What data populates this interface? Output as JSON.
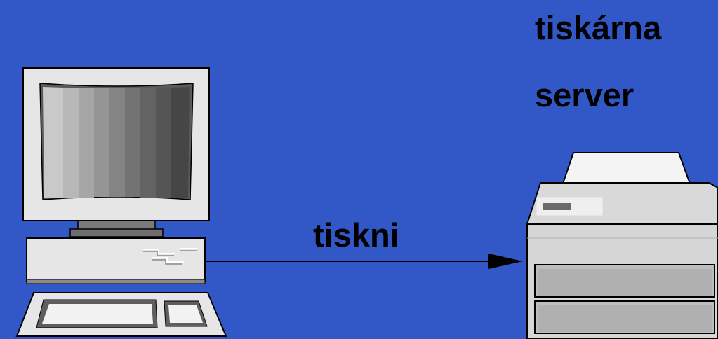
{
  "diagram": {
    "background_color": "#3158c6",
    "labels": {
      "printer_line": "tiskárna",
      "server_line": "server",
      "action": "tiskni"
    },
    "nodes": [
      {
        "id": "computer",
        "icon": "desktop-computer-icon"
      },
      {
        "id": "printer-server",
        "icon": "printer-icon"
      }
    ],
    "edges": [
      {
        "from": "computer",
        "to": "printer-server",
        "label": "tiskni",
        "arrowhead": "end"
      }
    ]
  }
}
